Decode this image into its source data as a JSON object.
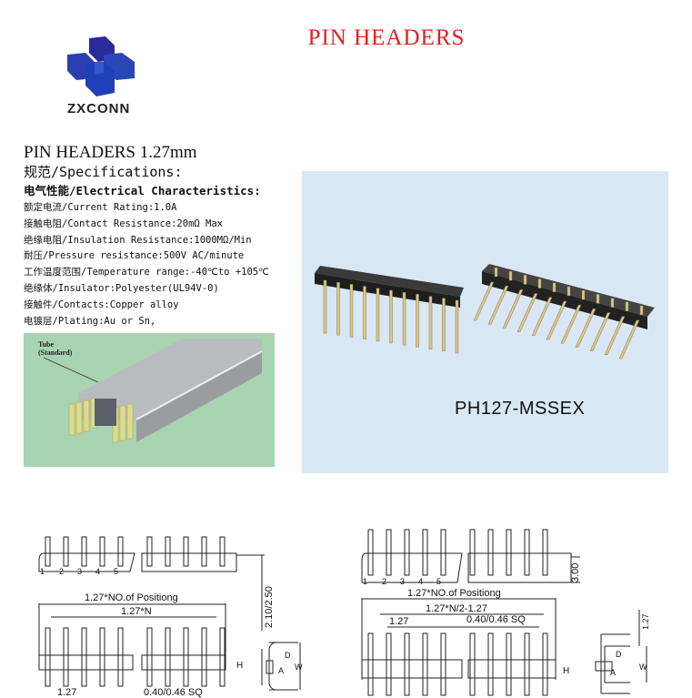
{
  "header": {
    "title": "PIN HEADERS",
    "brand": "ZXCONN"
  },
  "specs": {
    "title": "PIN HEADERS 1.27mm",
    "specifications": "规范/Specifications:",
    "electrical": "电气性能/Electrical Characteristics:",
    "lines": [
      "额定电流/Current Rating:1.0A",
      "接触电阻/Contact Resistance:20mΩ Max",
      "绝缘电阻/Insulation Resistance:1000MΩ/Min",
      "耐压/Pressure resistance:500V AC/minute",
      "工作温度范围/Temperature range:-40℃to +105℃",
      "绝缘体/Insulator:Polyester(UL94V-0)",
      "接触件/Contacts:Copper alloy",
      "电镀层/Plating:Au or Sn,"
    ]
  },
  "tube_image": {
    "label_1": "Tube",
    "label_2": "(Standard)"
  },
  "product_photo": {
    "model": "PH127-MSSEX"
  },
  "drawing_left": {
    "pin_numbers": [
      "1",
      "2",
      "3",
      "4",
      "5"
    ],
    "overall": "1.27*NO.of Positiong",
    "span": "1.27*N",
    "height": "2.10/2.50",
    "pitch": "1.27",
    "pin_size": "0.40/0.46 SQ",
    "h": "H",
    "d": "D",
    "a": "A",
    "w": "W"
  },
  "drawing_right": {
    "pin_numbers": [
      "1",
      "2",
      "3",
      "4",
      "5"
    ],
    "overall": "1.27*NO.of Positiong",
    "span": "1.27*N/2-1.27",
    "height": "3.00",
    "pitch": "1.27",
    "pin_size": "0.40/0.46 SQ",
    "row_pitch": "1.27",
    "h": "H",
    "d": "D",
    "a": "A",
    "w": "W"
  }
}
